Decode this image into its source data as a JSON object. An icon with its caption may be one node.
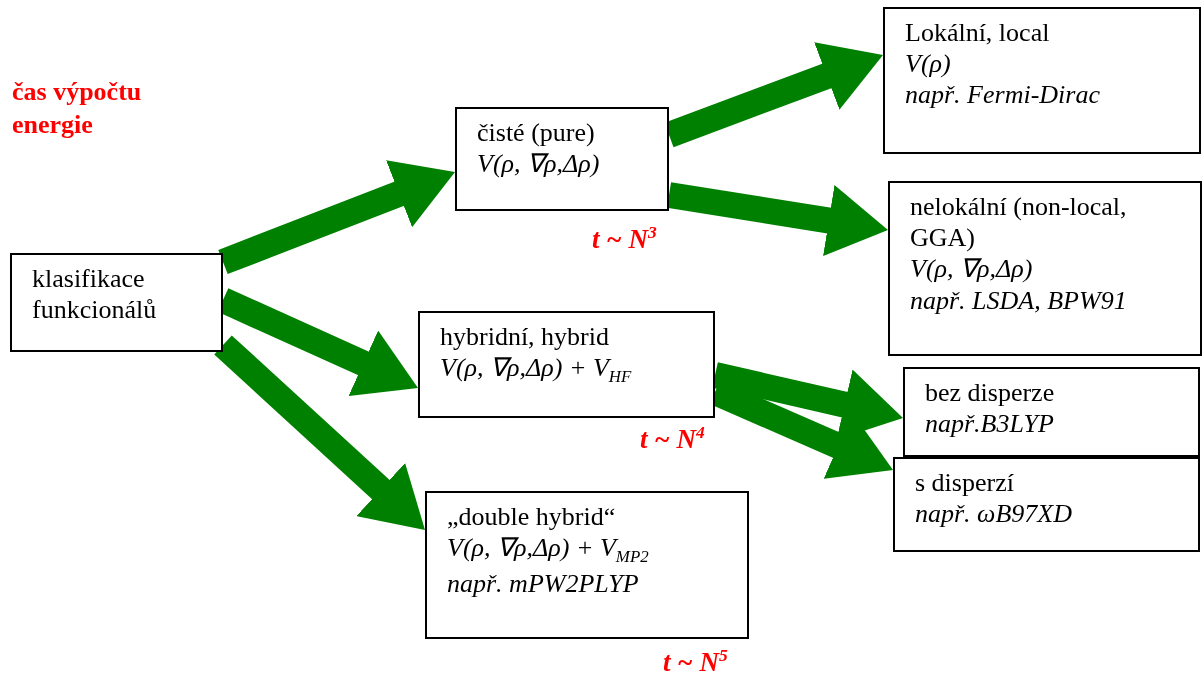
{
  "diagram": {
    "nodes": [
      {
        "text": [
          "klasifikace funkcionálů"
        ]
      },
      {
        "text": [
          "čisté (pure)",
          "V(ρ, ∇ρ,Δρ)"
        ],
        "beside": [
          "t ~ N$^{3}$"
        ]
      },
      {
        "text": [
          "hybridní, hybrid",
          "V(ρ, ∇ρ,Δρ) + V$_{HF}$"
        ],
        "beside": [
          "t ~ N$^{4}$"
        ]
      },
      {
        "text": [
          "„double hybrid“",
          "V(ρ, ∇ρ,Δρ) + V$_{MP2}$",
          "např. mPW2PLYP"
        ],
        "beside": [
          "t ~ N$^{5}$"
        ]
      },
      {
        "text": [
          "Lokální, local",
          "V(ρ)",
          "např. Fermi-Dirac"
        ]
      },
      {
        "text": [
          "nelokální (non-local, GGA)",
          "V(ρ, ∇ρ,Δρ)",
          "např. LSDA, BPW91"
        ]
      },
      {
        "text": [
          "bez disperze",
          "např.B3LYP"
        ]
      },
      {
        "text": [
          "s disperzí",
          "např. ωB97XD"
        ]
      }
    ],
    "edges": [
      {
        "from": 0,
        "to": 1,
        "arrow": "to"
      },
      {
        "from": 0,
        "to": 2,
        "arrow": "to"
      },
      {
        "from": 0,
        "to": 3,
        "arrow": "to"
      },
      {
        "from": 1,
        "to": 4,
        "arrow": "to"
      },
      {
        "from": 1,
        "to": 5,
        "arrow": "to"
      },
      {
        "from": 2,
        "to": 6,
        "arrow": "to"
      },
      {
        "from": 2,
        "to": 7,
        "arrow": "to"
      }
    ],
    "labels": [
      "čas výpočtu energie"
    ]
  }
}
